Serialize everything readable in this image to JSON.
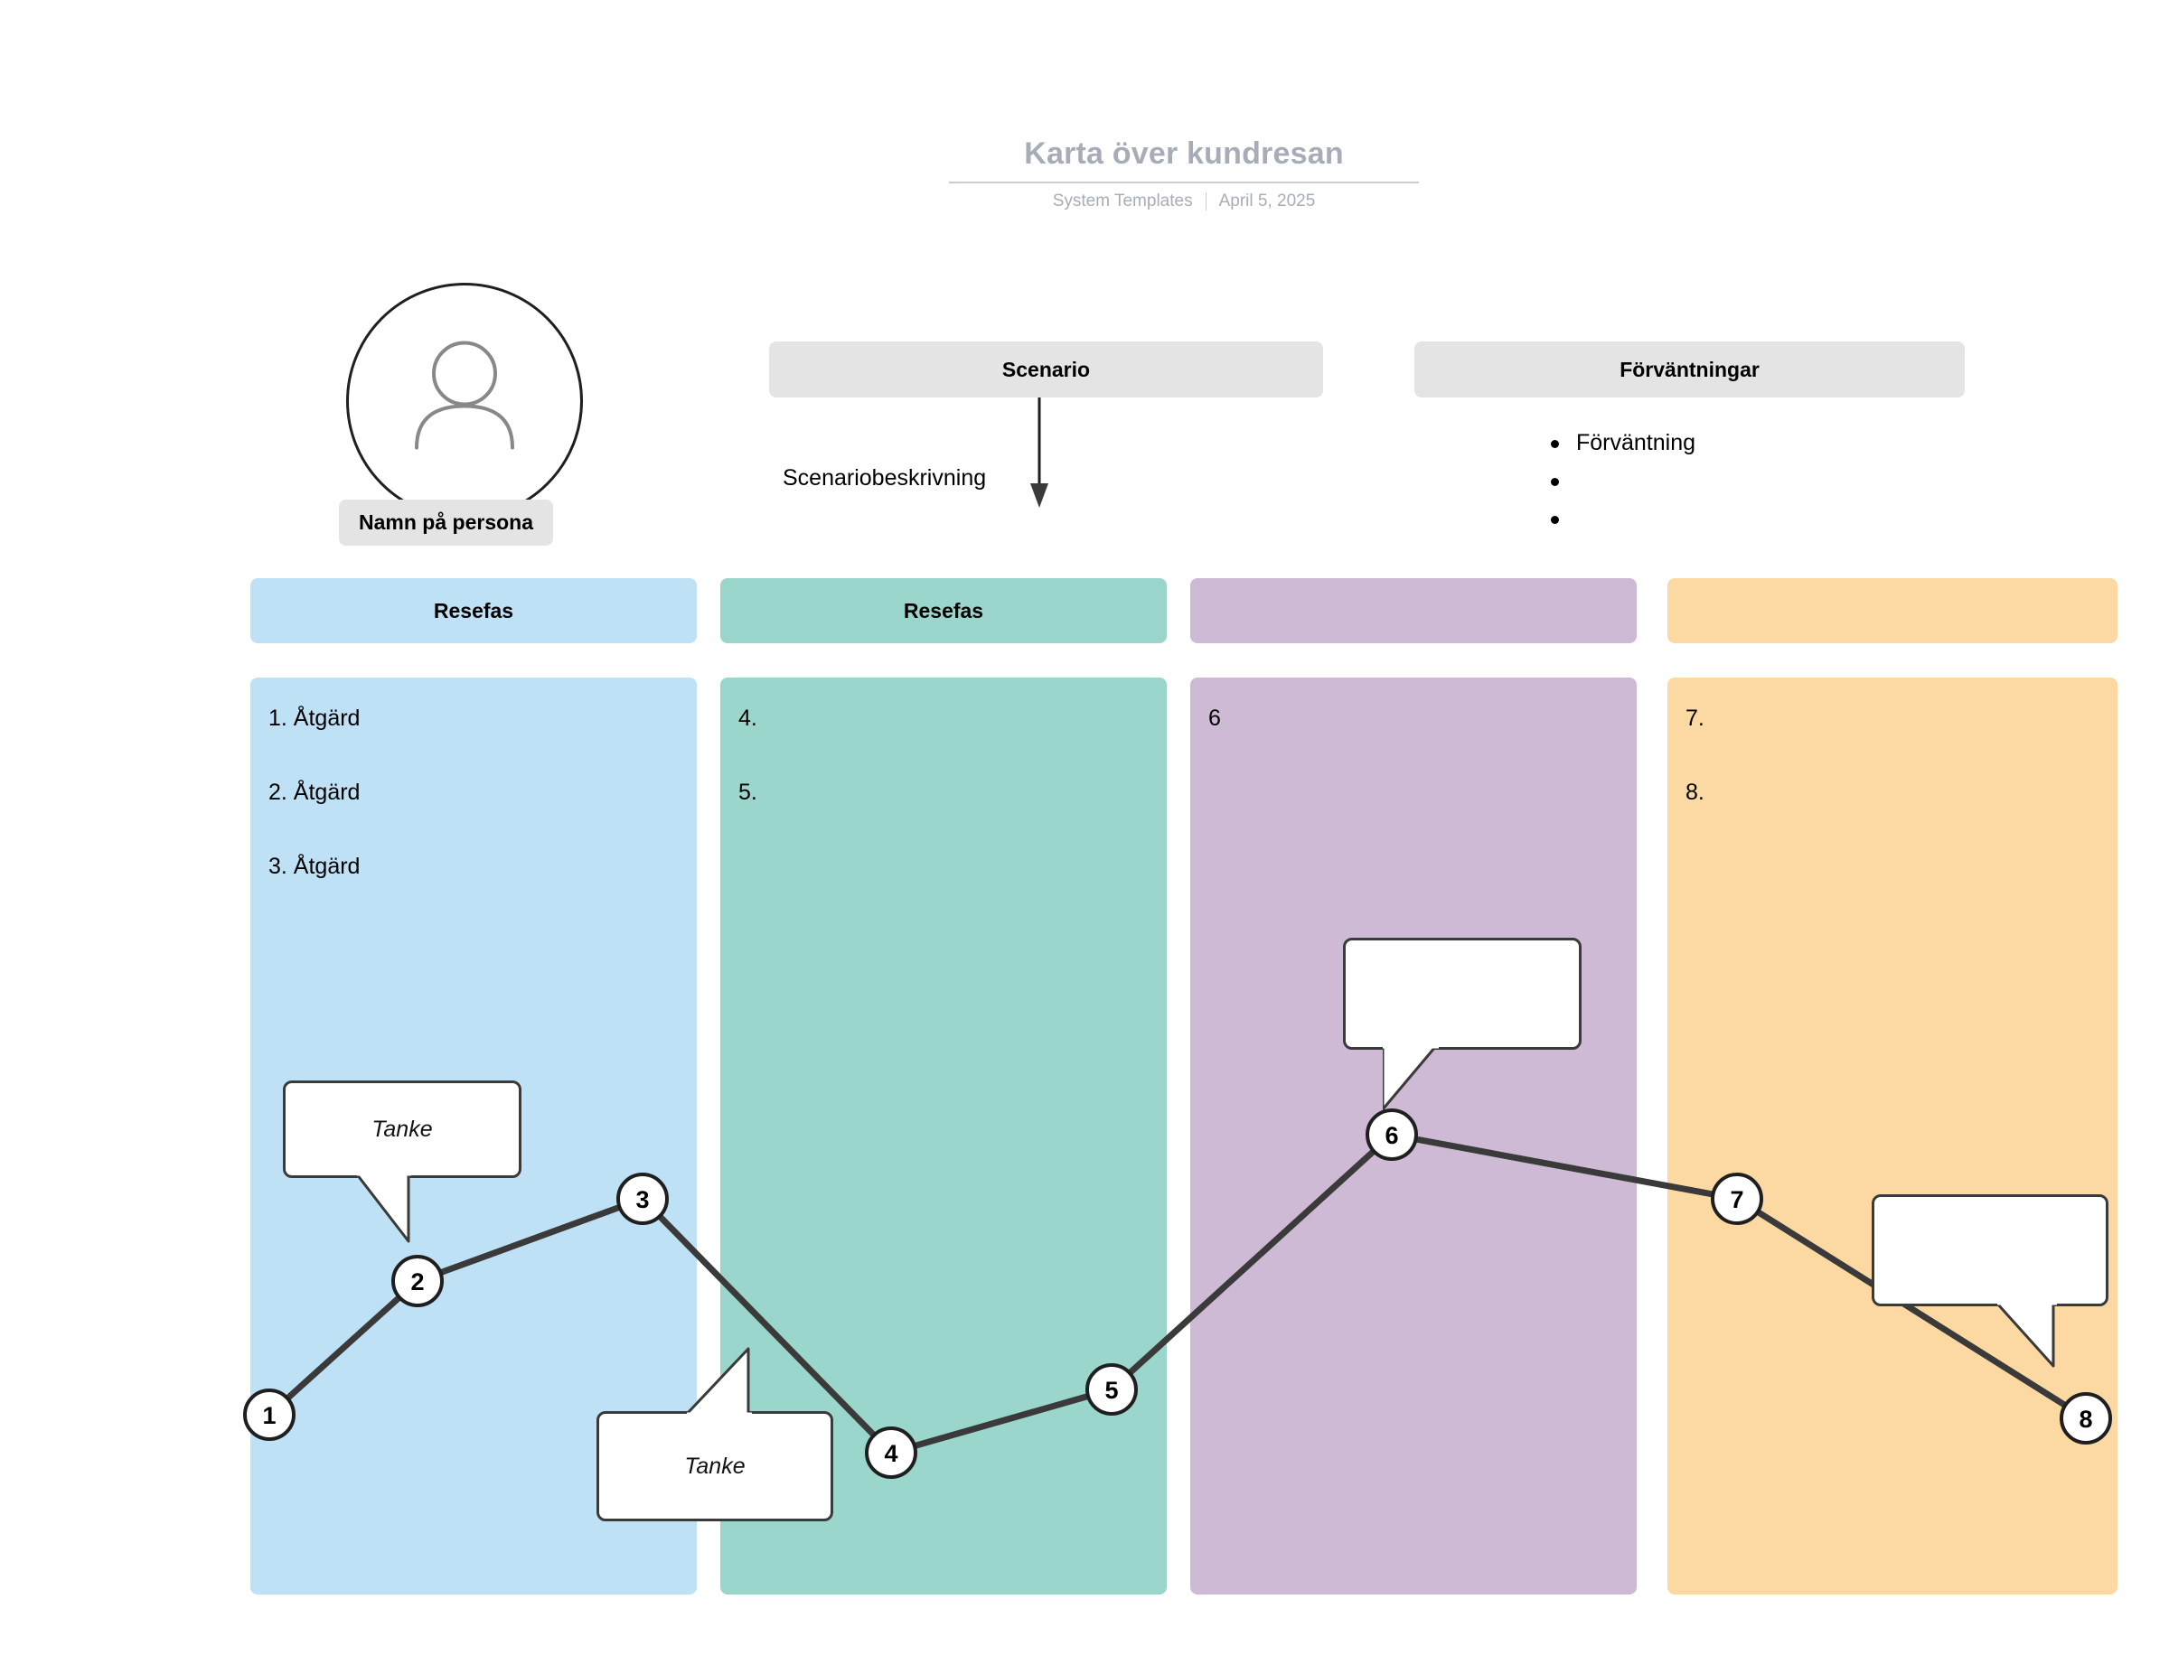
{
  "header": {
    "title": "Karta över kundresan",
    "source": "System Templates",
    "date": "April 5, 2025"
  },
  "persona": {
    "label": "Namn på persona",
    "avatar_icon": "person-avatar-icon"
  },
  "scenario": {
    "heading": "Scenario",
    "description": "Scenariobeskrivning",
    "arrow_icon": "down-arrow-icon"
  },
  "expectations": {
    "heading": "Förväntningar",
    "items": [
      "Förväntning",
      "",
      ""
    ]
  },
  "phases": [
    {
      "header": "Resefas",
      "color": "#BFE1F6",
      "actions": [
        "1. Åtgärd",
        "2. Åtgärd",
        "3. Åtgärd"
      ]
    },
    {
      "header": "Resefas",
      "color": "#9AD6CC",
      "actions": [
        "4.",
        "5."
      ]
    },
    {
      "header": "",
      "color": "#CEBAD5",
      "actions": [
        "6"
      ]
    },
    {
      "header": "",
      "color": "#FCD9A3",
      "actions": [
        "7.",
        "8."
      ]
    }
  ],
  "bubbles": [
    {
      "text": "Tanke"
    },
    {
      "text": "Tanke"
    },
    {
      "text": ""
    },
    {
      "text": ""
    }
  ],
  "chart_data": {
    "type": "line",
    "title": "Karta över kundresan",
    "xlabel": "",
    "ylabel": "",
    "grid": false,
    "legend": "none",
    "series": [
      {
        "name": "Kundresan",
        "point_labels": [
          "1",
          "2",
          "3",
          "4",
          "5",
          "6",
          "7",
          "8"
        ],
        "points": [
          {
            "label": "1",
            "x": 298,
            "y": 1566
          },
          {
            "label": "2",
            "x": 462,
            "y": 1418
          },
          {
            "label": "3",
            "x": 711,
            "y": 1327
          },
          {
            "label": "4",
            "x": 986,
            "y": 1608
          },
          {
            "label": "5",
            "x": 1230,
            "y": 1538
          },
          {
            "label": "6",
            "x": 1540,
            "y": 1256
          },
          {
            "label": "7",
            "x": 1922,
            "y": 1327
          },
          {
            "label": "8",
            "x": 2308,
            "y": 1570
          }
        ]
      }
    ],
    "line_color": "#3A3A3A",
    "node_fill": "#FFFFFF",
    "node_stroke": "#1F1F1F"
  }
}
